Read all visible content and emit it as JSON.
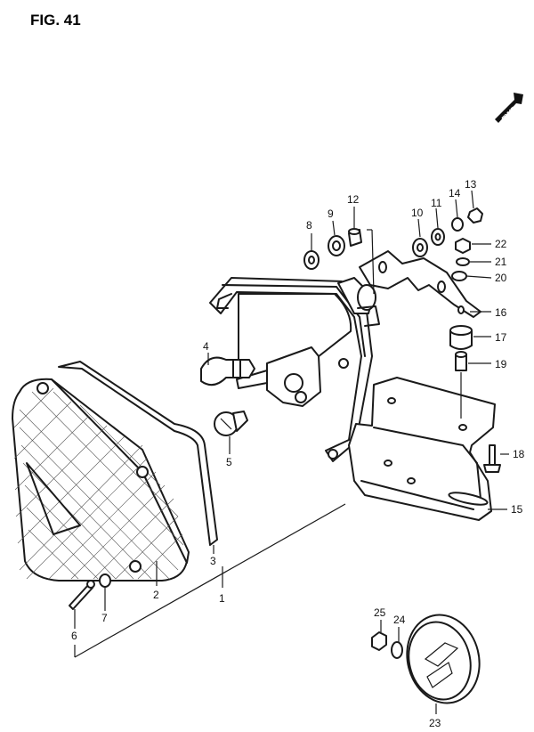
{
  "figure": {
    "title": "FIG. 41",
    "forward_marker": "FWD"
  },
  "callouts": [
    "1",
    "2",
    "3",
    "4",
    "5",
    "6",
    "7",
    "8",
    "9",
    "10",
    "11",
    "12",
    "13",
    "14",
    "15",
    "16",
    "17",
    "18",
    "19",
    "20",
    "21",
    "22",
    "23",
    "24",
    "25"
  ]
}
